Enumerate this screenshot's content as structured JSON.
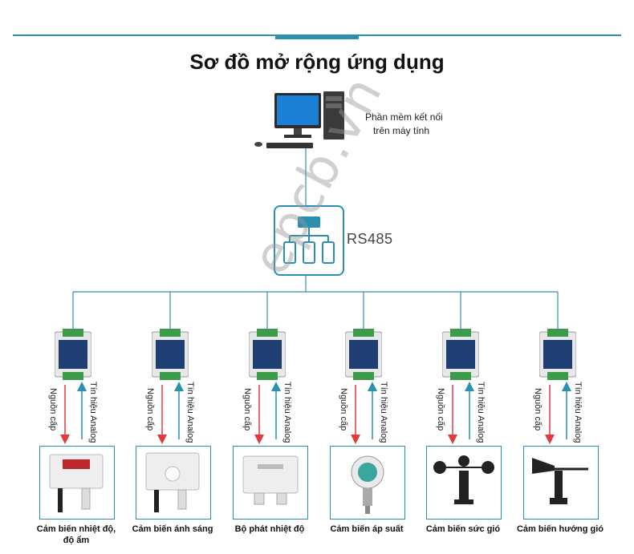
{
  "title": "Sơ đồ mở rộng ứng dụng",
  "computer_label_line1": "Phần mềm kết nối",
  "computer_label_line2": "trên máy tính",
  "hub_label": "RS485",
  "watermark": "epcb.vn",
  "arrow_power": "Nguồn cấp",
  "arrow_signal": "Tín hiệu Analog",
  "sensors": [
    {
      "name_line1": "Cảm biến nhiệt độ,",
      "name_line2": "độ ẩm"
    },
    {
      "name_line1": "Cảm biến ánh sáng",
      "name_line2": ""
    },
    {
      "name_line1": "Bộ phát nhiệt độ",
      "name_line2": ""
    },
    {
      "name_line1": "Cảm biến áp suất",
      "name_line2": ""
    },
    {
      "name_line1": "Cảm biến sức gió",
      "name_line2": ""
    },
    {
      "name_line1": "Cảm biến hướng gió",
      "name_line2": ""
    }
  ],
  "colors": {
    "accent": "#2a8fb0",
    "power_arrow": "#e23b3b",
    "signal_arrow": "#2a8fb0"
  }
}
